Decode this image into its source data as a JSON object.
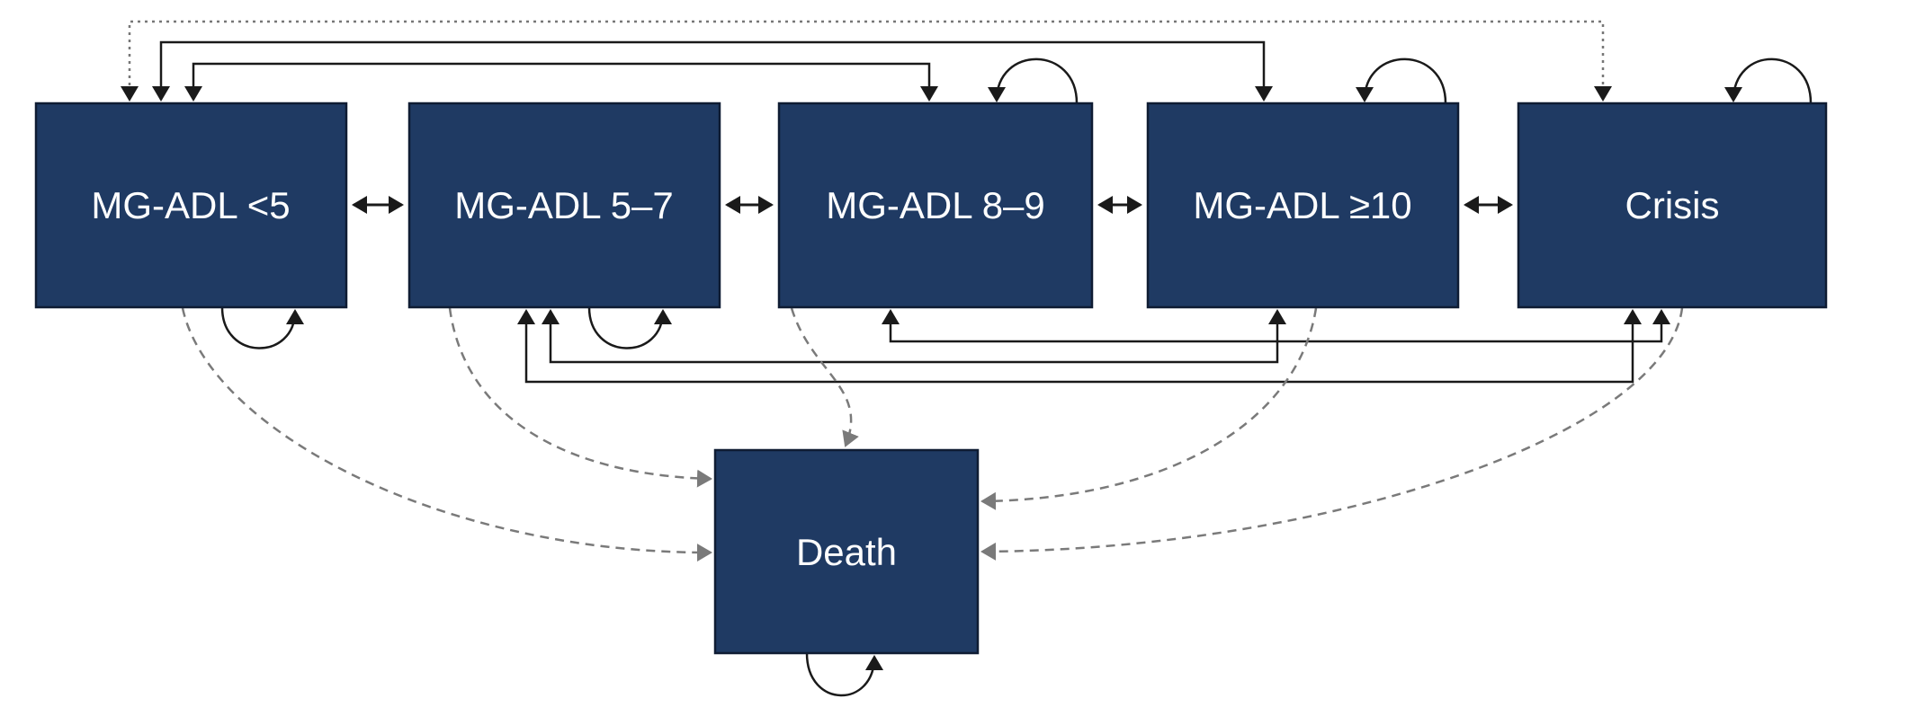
{
  "diagram": {
    "states": {
      "lt5": {
        "label": "MG-ADL <5"
      },
      "s5_7": {
        "label": "MG-ADL 5–7"
      },
      "s8_9": {
        "label": "MG-ADL 8–9"
      },
      "ge10": {
        "label": "MG-ADL ≥10"
      },
      "crisis": {
        "label": "Crisis"
      },
      "death": {
        "label": "Death"
      }
    },
    "colors": {
      "state_fill": "#1f3a63",
      "state_border": "#0f1c33",
      "state_text": "#ffffff",
      "solid_arrow": "#1a1a1a",
      "dashed_death_arrow": "#7a7a7a",
      "dotted_crisis_arrow": "#777777",
      "background": "#ffffff"
    },
    "transitions": [
      {
        "from": "MG-ADL <5",
        "to": "MG-ADL 5–7",
        "style": "solid",
        "bidirectional": true,
        "route": "direct"
      },
      {
        "from": "MG-ADL 5–7",
        "to": "MG-ADL 8–9",
        "style": "solid",
        "bidirectional": true,
        "route": "direct"
      },
      {
        "from": "MG-ADL 8–9",
        "to": "MG-ADL ≥10",
        "style": "solid",
        "bidirectional": true,
        "route": "direct"
      },
      {
        "from": "MG-ADL ≥10",
        "to": "Crisis",
        "style": "solid",
        "bidirectional": true,
        "route": "direct"
      },
      {
        "from": "MG-ADL <5",
        "to": "MG-ADL 8–9",
        "style": "solid",
        "bidirectional": true,
        "route": "top"
      },
      {
        "from": "MG-ADL <5",
        "to": "MG-ADL ≥10",
        "style": "solid",
        "bidirectional": true,
        "route": "top"
      },
      {
        "from": "MG-ADL <5",
        "to": "Crisis",
        "style": "dotted",
        "bidirectional": true,
        "route": "top"
      },
      {
        "from": "MG-ADL 5–7",
        "to": "MG-ADL ≥10",
        "style": "solid",
        "bidirectional": true,
        "route": "bottom"
      },
      {
        "from": "MG-ADL 5–7",
        "to": "Crisis",
        "style": "solid",
        "bidirectional": true,
        "route": "bottom"
      },
      {
        "from": "MG-ADL 8–9",
        "to": "Crisis",
        "style": "solid",
        "bidirectional": true,
        "route": "bottom"
      },
      {
        "from": "MG-ADL <5",
        "to": "Death",
        "style": "dashed",
        "bidirectional": false,
        "route": "curve"
      },
      {
        "from": "MG-ADL 5–7",
        "to": "Death",
        "style": "dashed",
        "bidirectional": false,
        "route": "curve"
      },
      {
        "from": "MG-ADL 8–9",
        "to": "Death",
        "style": "dashed",
        "bidirectional": false,
        "route": "curve"
      },
      {
        "from": "MG-ADL ≥10",
        "to": "Death",
        "style": "dashed",
        "bidirectional": false,
        "route": "curve"
      },
      {
        "from": "Crisis",
        "to": "Death",
        "style": "dashed",
        "bidirectional": false,
        "route": "curve"
      },
      {
        "from": "MG-ADL <5",
        "to": "MG-ADL <5",
        "style": "solid",
        "bidirectional": false,
        "route": "self-loop"
      },
      {
        "from": "MG-ADL 5–7",
        "to": "MG-ADL 5–7",
        "style": "solid",
        "bidirectional": false,
        "route": "self-loop"
      },
      {
        "from": "MG-ADL 8–9",
        "to": "MG-ADL 8–9",
        "style": "solid",
        "bidirectional": false,
        "route": "self-loop"
      },
      {
        "from": "MG-ADL ≥10",
        "to": "MG-ADL ≥10",
        "style": "solid",
        "bidirectional": false,
        "route": "self-loop"
      },
      {
        "from": "Crisis",
        "to": "Crisis",
        "style": "solid",
        "bidirectional": false,
        "route": "self-loop"
      },
      {
        "from": "Death",
        "to": "Death",
        "style": "solid",
        "bidirectional": false,
        "route": "self-loop"
      }
    ]
  }
}
